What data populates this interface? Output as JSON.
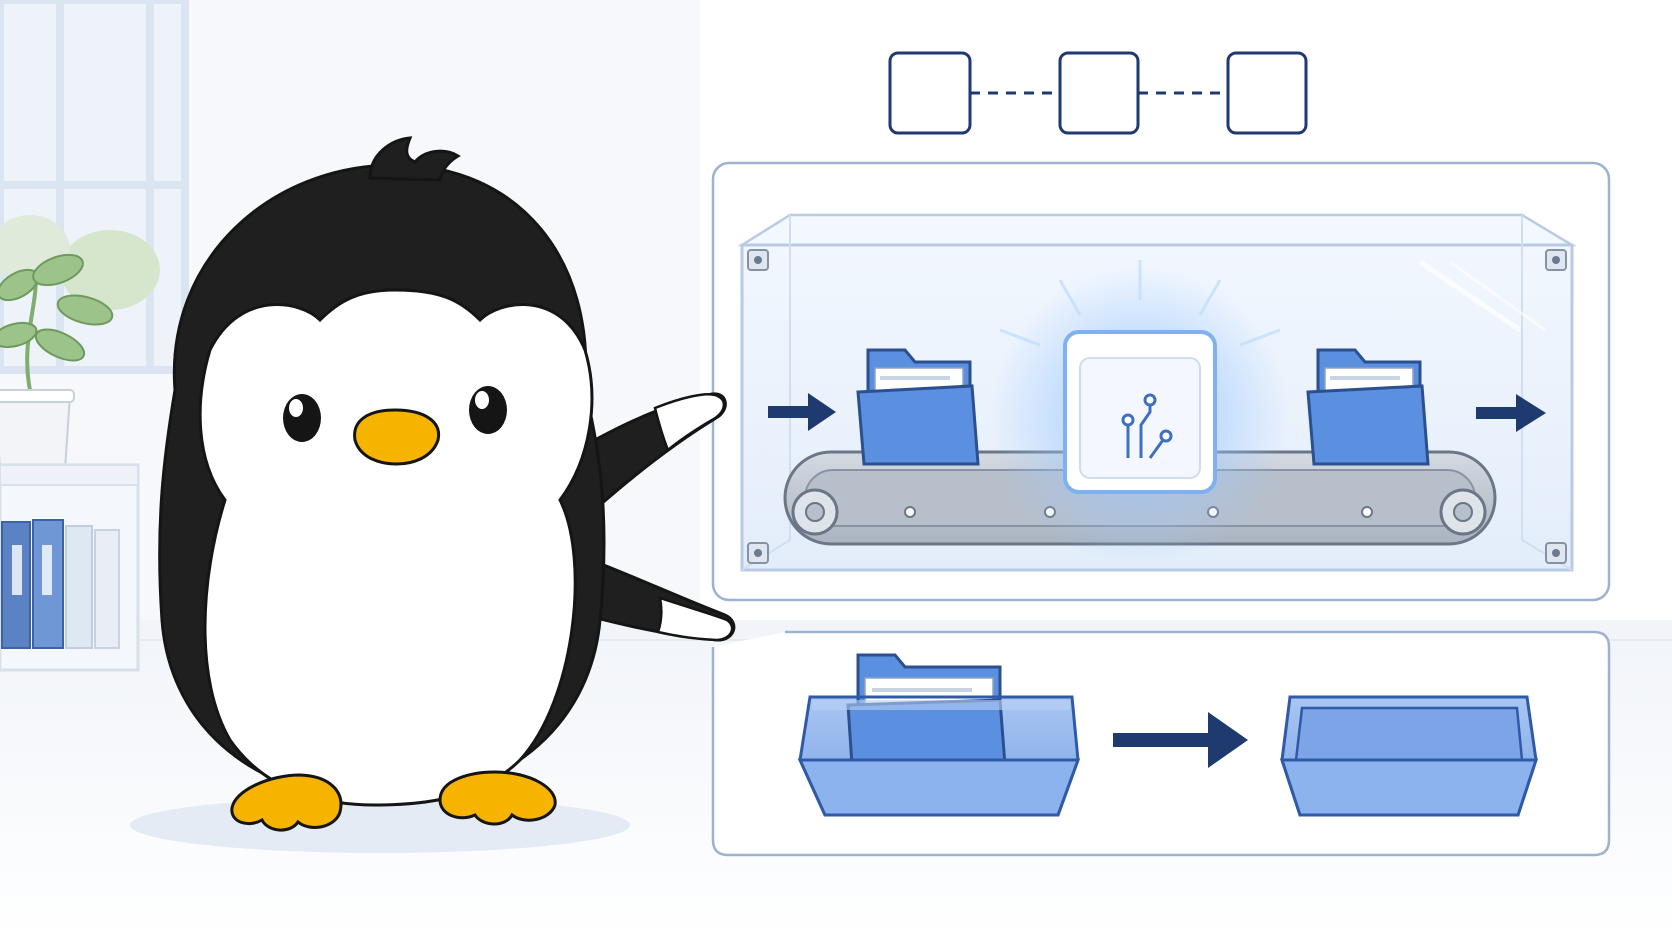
{
  "scene": {
    "description_kind": "illustration",
    "text_labels": []
  },
  "pipeline_boxes": {
    "count": 3,
    "connector_style": "dashed"
  },
  "colors": {
    "background": "#ffffff",
    "room_wall": "#f3f6fb",
    "floor": "#f6f8fc",
    "window_frame": "#dde6f3",
    "window_glass": "#eef3f9",
    "plant_leaf": "#9cc48a",
    "plant_leaf_dark": "#7fae6e",
    "pot": "#f2f4f7",
    "shelf": "#eef2f8",
    "binder_blue": "#6f97d8",
    "binder_blue_dark": "#5a82c4",
    "penguin_black": "#1f1f1f",
    "penguin_white": "#ffffff",
    "penguin_beak": "#f6b300",
    "penguin_feet": "#f6b300",
    "outline": "#1b2a44",
    "panel_border": "#9db2cf",
    "navy_arrow": "#1e3a6e",
    "glass_fill": "#e8f0fb",
    "glass_edge": "#b9cbe4",
    "conveyor_fill": "#c9cfd8",
    "conveyor_dark": "#9aa4b2",
    "folder_blue": "#5b8fe0",
    "folder_blue_dark": "#3f6fc0",
    "paper": "#ffffff",
    "processor_glow": "#8fc0ff",
    "tray_fill": "#8db3ee",
    "tray_edge": "#4a7bd0"
  },
  "icons": {
    "processor": "circuit-icon",
    "folder": "folder-icon",
    "arrow": "arrow-right-icon",
    "tray": "tray-icon",
    "penguin": "penguin-mascot"
  }
}
